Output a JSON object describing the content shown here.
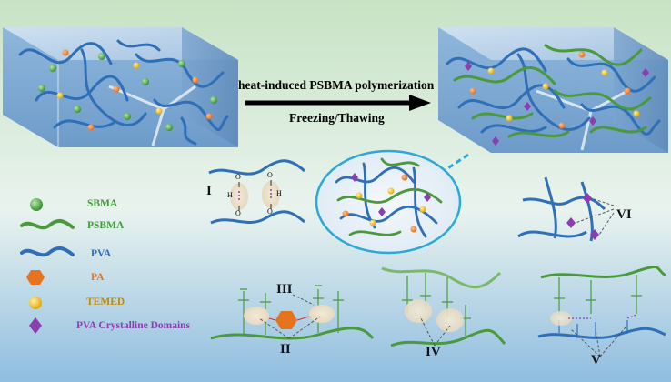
{
  "process": {
    "step1": "heat-induced PSBMA polymerization",
    "step2": "Freezing/Thawing"
  },
  "legend": [
    {
      "label": "SBMA",
      "color": "#3f9a3a",
      "icon": "green-sphere"
    },
    {
      "label": "PSBMA",
      "color": "#3f9a3a",
      "icon": "green-wavy-line"
    },
    {
      "label": "PVA",
      "color": "#2f6fb8",
      "icon": "blue-wavy-line"
    },
    {
      "label": "PA",
      "color": "#e8731e",
      "icon": "orange-hexagon"
    },
    {
      "label": "TEMED",
      "color": "#c28a00",
      "icon": "yellow-sphere"
    },
    {
      "label": "PVA Crystalline Domains",
      "color": "#8a3fb0",
      "icon": "purple-diamond"
    }
  ],
  "interactions": {
    "i": "I",
    "ii": "II",
    "iii": "III",
    "iv": "IV",
    "v": "V",
    "vi": "VI"
  },
  "atoms": {
    "h": "H",
    "o": "O"
  }
}
